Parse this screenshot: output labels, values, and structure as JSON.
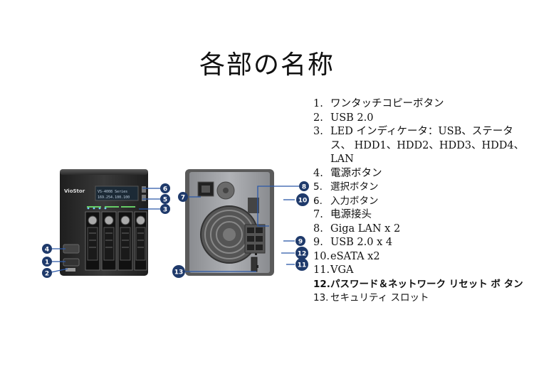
{
  "title": "各部の名称",
  "front_brand": "VioStor",
  "lcd": {
    "line1": "VS-4008 Series",
    "line2": "169.254.100.100"
  },
  "callout_numbers": [
    "1",
    "2",
    "3",
    "4",
    "5",
    "6",
    "7",
    "8",
    "9",
    "10",
    "11",
    "12",
    "13"
  ],
  "parts": [
    {
      "num": "1.",
      "label": "ワンタッチコピーボタン"
    },
    {
      "num": "2.",
      "label": "USB 2.0"
    },
    {
      "num": "3.",
      "label": "LED インディケータ：USB、ステータス、 HDD1、HDD2、HDD3、HDD4、LAN"
    },
    {
      "num": "4.",
      "label": "電源ボタン"
    },
    {
      "num": "5.",
      "label": "選択ボタン"
    },
    {
      "num": "6.",
      "label": "入力ボタン"
    },
    {
      "num": "7.",
      "label": "电源接头"
    },
    {
      "num": "8.",
      "label": "Giga LAN x 2"
    },
    {
      "num": "9.",
      "label": "USB 2.0 x 4"
    },
    {
      "num": "10.",
      "label": " eSATA x2"
    },
    {
      "num": "11.",
      "label": "VGA"
    },
    {
      "num": "12.",
      "label": "パスワード＆ネットワーク リセット ボ タン"
    },
    {
      "num": "13.",
      "label": "セキュリティ スロット"
    }
  ],
  "colors": {
    "badge": "#1f3a6b",
    "callout_line": "#2a58a8",
    "device_dark": "#2b2b2b",
    "device_silver": "#9a9ca0"
  }
}
